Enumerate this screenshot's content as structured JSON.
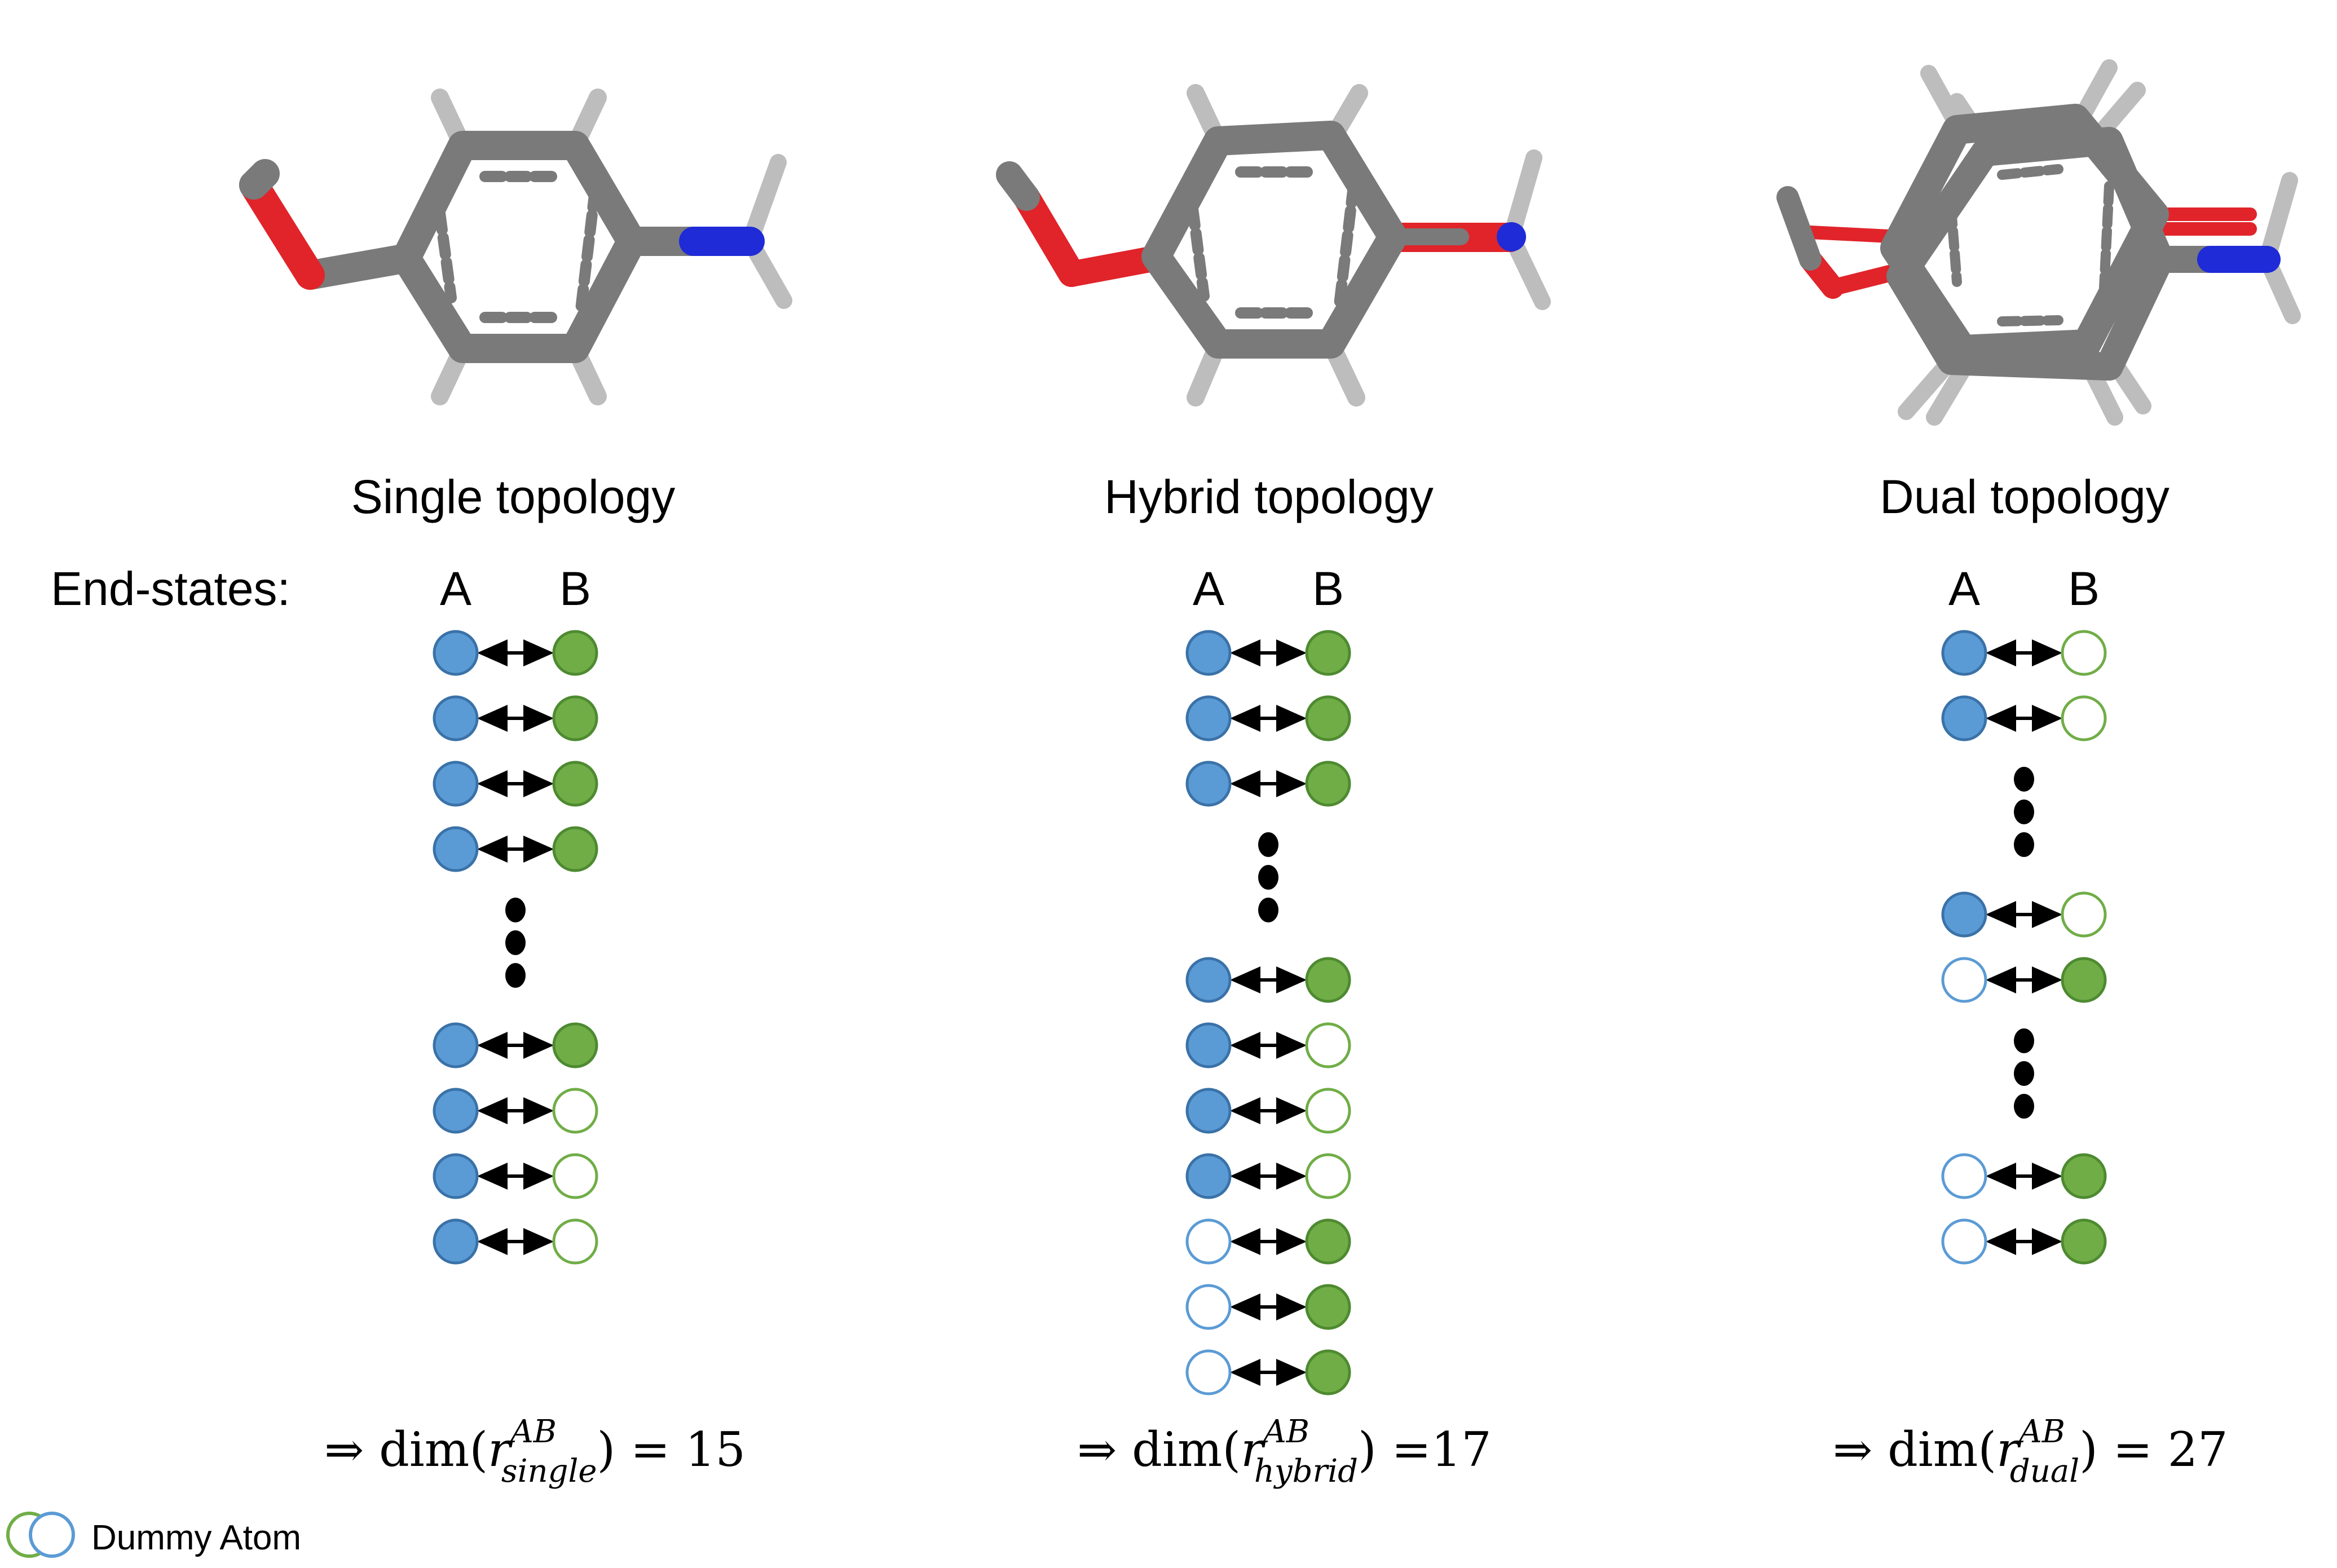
{
  "colors": {
    "atom_a": "#5b9bd5",
    "atom_a_stroke": "#3a72a8",
    "atom_b": "#70ad47",
    "atom_b_stroke": "#4e8a30",
    "carbon": "#7a7a7a",
    "oxygen": "#e0242a",
    "nitrogen": "#1f2bd6",
    "hydrogen": "#d8d8d8"
  },
  "end_states_label": "End-states:",
  "panels": [
    {
      "id": "single",
      "title": "Single topology",
      "col_a": "A",
      "col_b": "B",
      "rows": [
        {
          "type": "pair",
          "a": "filled",
          "b": "filled"
        },
        {
          "type": "pair",
          "a": "filled",
          "b": "filled"
        },
        {
          "type": "pair",
          "a": "filled",
          "b": "filled"
        },
        {
          "type": "pair",
          "a": "filled",
          "b": "filled"
        },
        {
          "type": "ellipsis"
        },
        {
          "type": "pair",
          "a": "filled",
          "b": "filled"
        },
        {
          "type": "pair",
          "a": "filled",
          "b": "dummy"
        },
        {
          "type": "pair",
          "a": "filled",
          "b": "dummy"
        },
        {
          "type": "pair",
          "a": "filled",
          "b": "dummy"
        }
      ],
      "formula": {
        "prefix": "⇒ dim(",
        "vec": "r",
        "sup": "AB",
        "sub": "single",
        "suffix": ") = 15"
      }
    },
    {
      "id": "hybrid",
      "title": "Hybrid topology",
      "col_a": "A",
      "col_b": "B",
      "rows": [
        {
          "type": "pair",
          "a": "filled",
          "b": "filled"
        },
        {
          "type": "pair",
          "a": "filled",
          "b": "filled"
        },
        {
          "type": "pair",
          "a": "filled",
          "b": "filled"
        },
        {
          "type": "ellipsis"
        },
        {
          "type": "pair",
          "a": "filled",
          "b": "filled"
        },
        {
          "type": "pair",
          "a": "filled",
          "b": "dummy"
        },
        {
          "type": "pair",
          "a": "filled",
          "b": "dummy"
        },
        {
          "type": "pair",
          "a": "filled",
          "b": "dummy"
        },
        {
          "type": "pair",
          "a": "dummy",
          "b": "filled"
        },
        {
          "type": "pair",
          "a": "dummy",
          "b": "filled"
        },
        {
          "type": "pair",
          "a": "dummy",
          "b": "filled"
        }
      ],
      "formula": {
        "prefix": "⇒ dim(",
        "vec": "r",
        "sup": "AB",
        "sub": "hybrid",
        "suffix": ") =17"
      }
    },
    {
      "id": "dual",
      "title": "Dual topology",
      "col_a": "A",
      "col_b": "B",
      "rows": [
        {
          "type": "pair",
          "a": "filled",
          "b": "dummy"
        },
        {
          "type": "pair",
          "a": "filled",
          "b": "dummy"
        },
        {
          "type": "ellipsis"
        },
        {
          "type": "pair",
          "a": "filled",
          "b": "dummy"
        },
        {
          "type": "pair",
          "a": "dummy",
          "b": "filled"
        },
        {
          "type": "ellipsis"
        },
        {
          "type": "pair",
          "a": "dummy",
          "b": "filled"
        },
        {
          "type": "pair",
          "a": "dummy",
          "b": "filled"
        }
      ],
      "formula": {
        "prefix": "⇒ dim(",
        "vec": "r",
        "sup": "AB",
        "sub": "dual",
        "suffix": ") = 27"
      }
    }
  ],
  "legend": {
    "label": "Dummy Atom"
  }
}
